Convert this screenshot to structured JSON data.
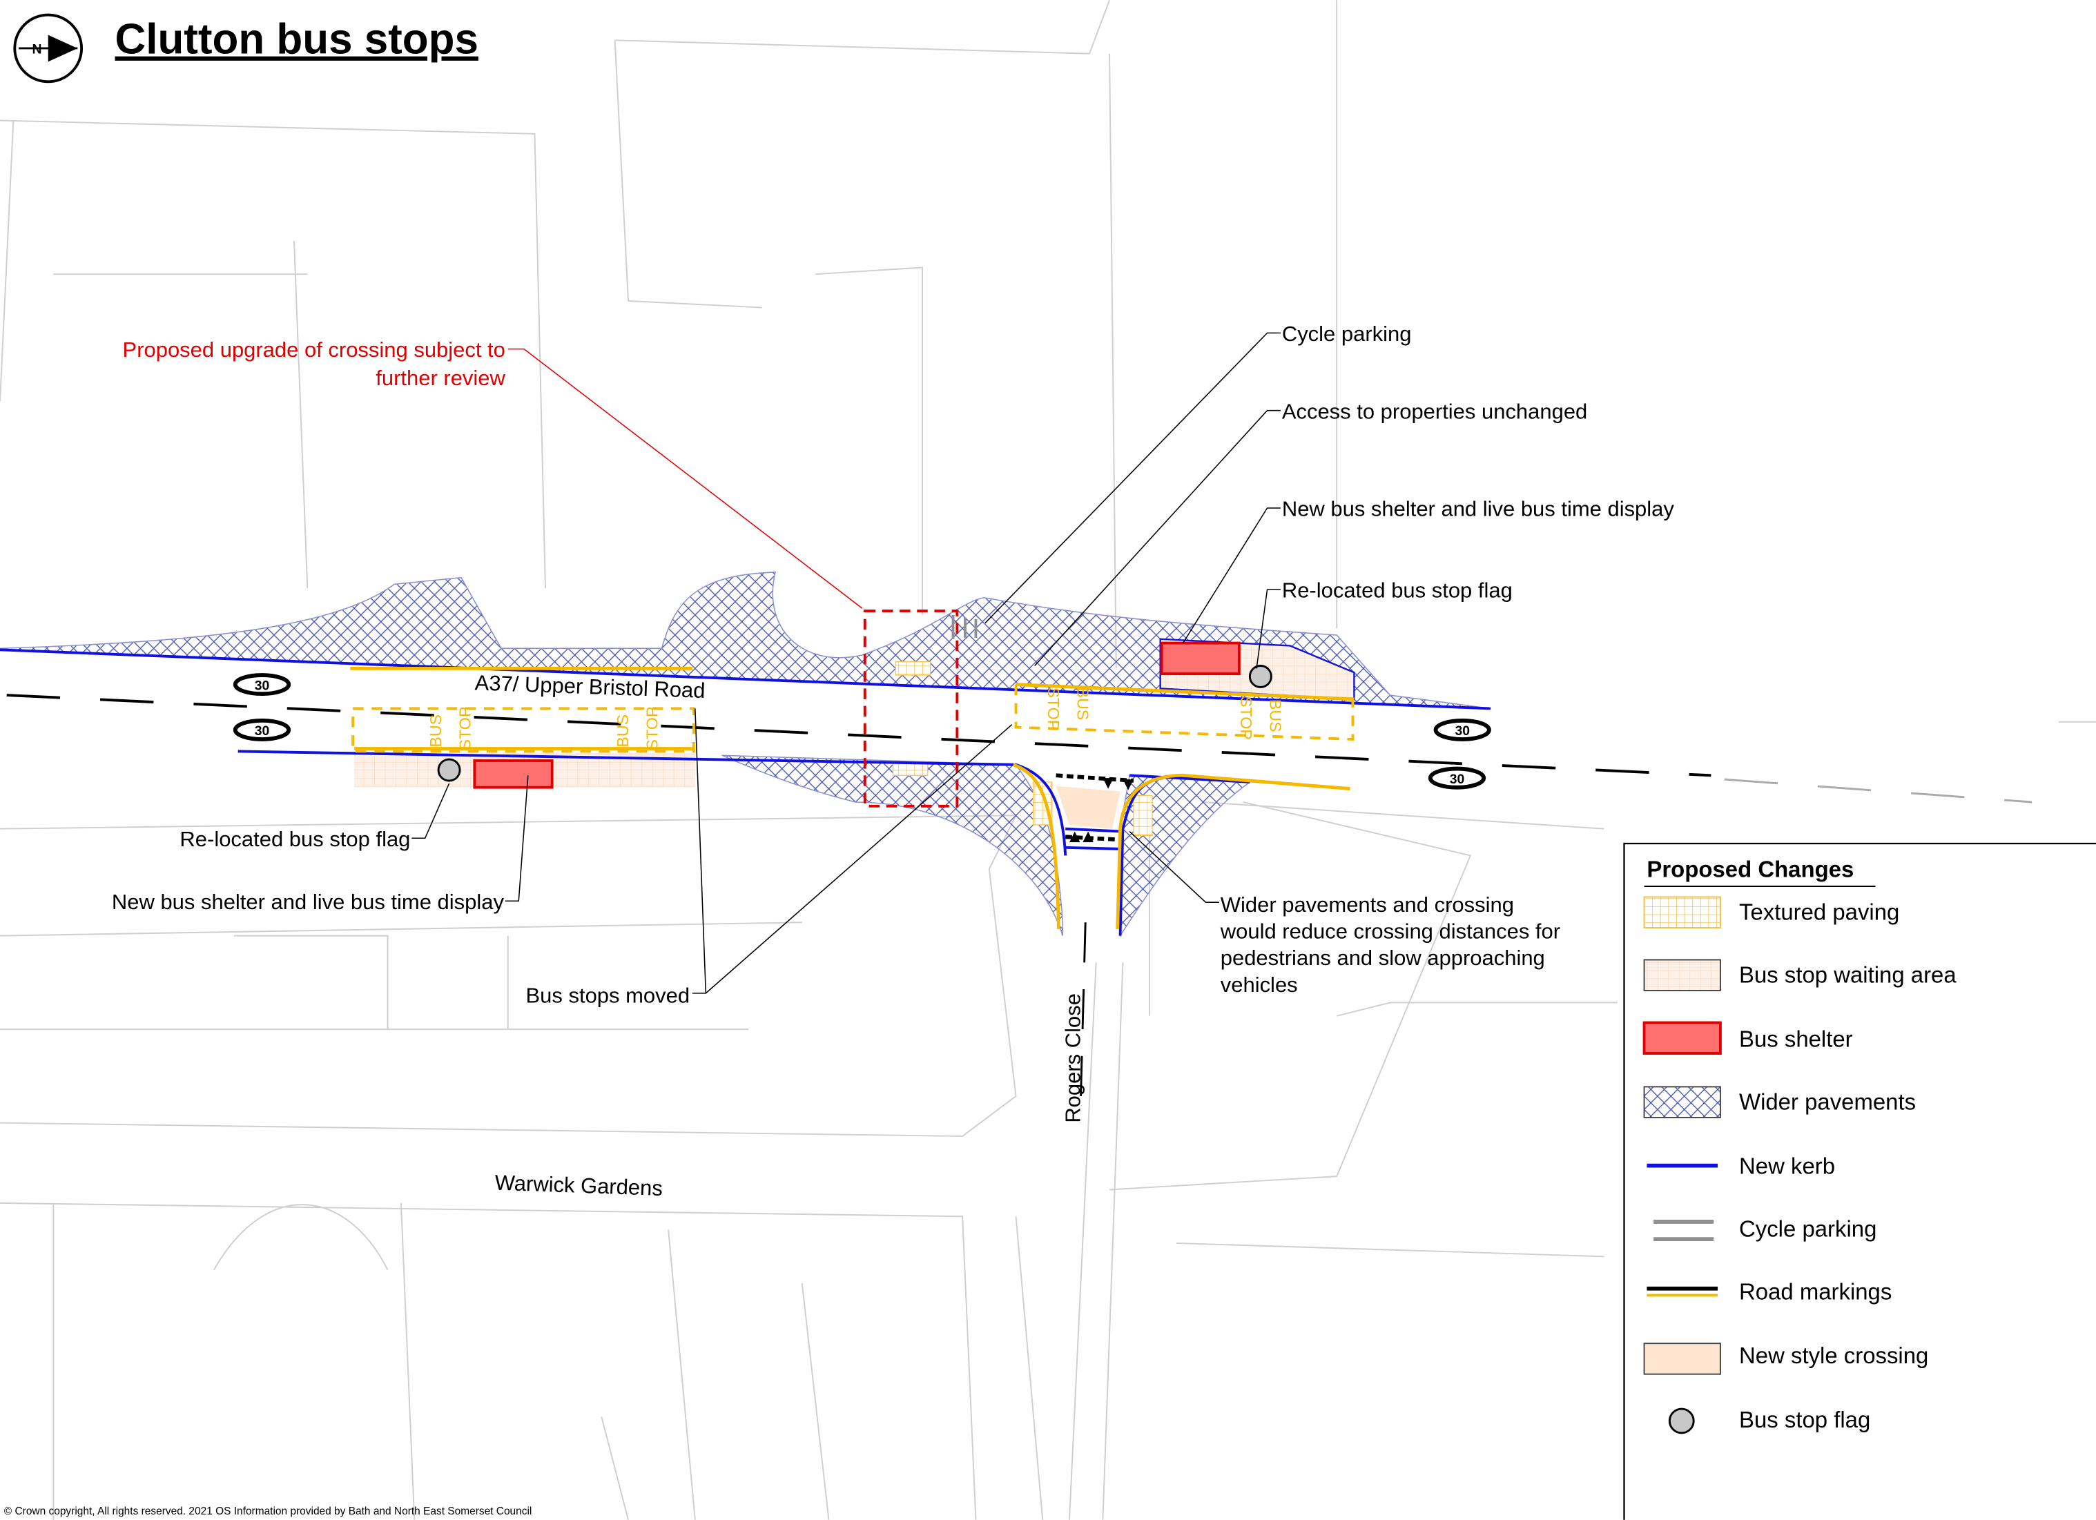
{
  "title": "Clutton bus stops",
  "north_arrow": {
    "label": "N"
  },
  "roads": {
    "main": "A37/  Upper Bristol Road",
    "side": "Rogers Close",
    "other": "Warwick Gardens"
  },
  "markings": {
    "bus": "BUS",
    "stop": "STOP",
    "speed": "30"
  },
  "annotations": {
    "crossing_review_line1": "Proposed upgrade of crossing subject to",
    "crossing_review_line2": "further review",
    "cycle_parking": "Cycle parking",
    "access": "Access to properties unchanged",
    "new_shelter_north": "New bus shelter and live bus time display",
    "relocated_flag_north": "Re-located bus stop flag",
    "relocated_flag_south": "Re-located bus stop flag",
    "new_shelter_south": "New bus shelter and live bus time display",
    "bus_stops_moved": "Bus stops moved",
    "wider_line1": "Wider pavements and crossing",
    "wider_line2": "would reduce crossing distances for",
    "wider_line3": "pedestrians and slow approaching",
    "wider_line4": "vehicles"
  },
  "legend": {
    "title": "Proposed Changes",
    "items": [
      {
        "label": "Textured paving",
        "icon": "textured-paving-swatch"
      },
      {
        "label": "Bus stop waiting area",
        "icon": "waiting-area-swatch"
      },
      {
        "label": "Bus shelter",
        "icon": "bus-shelter-swatch"
      },
      {
        "label": "Wider pavements",
        "icon": "hatch-swatch"
      },
      {
        "label": "New kerb",
        "icon": "blue-line"
      },
      {
        "label": "Cycle parking",
        "icon": "grey-lines"
      },
      {
        "label": "Road markings",
        "icon": "black-yellow-line"
      },
      {
        "label": "New style crossing",
        "icon": "peach-swatch"
      },
      {
        "label": "Bus stop flag",
        "icon": "grey-circle"
      }
    ]
  },
  "colors": {
    "kerb": "#1010e0",
    "shelter": "#ff7070",
    "marking": "#f5b800",
    "crossing": "#fde5d0",
    "review": "#e00000"
  },
  "copyright": "© Crown copyright, All rights reserved. 2021 OS Information provided by Bath and North East Somerset Council"
}
